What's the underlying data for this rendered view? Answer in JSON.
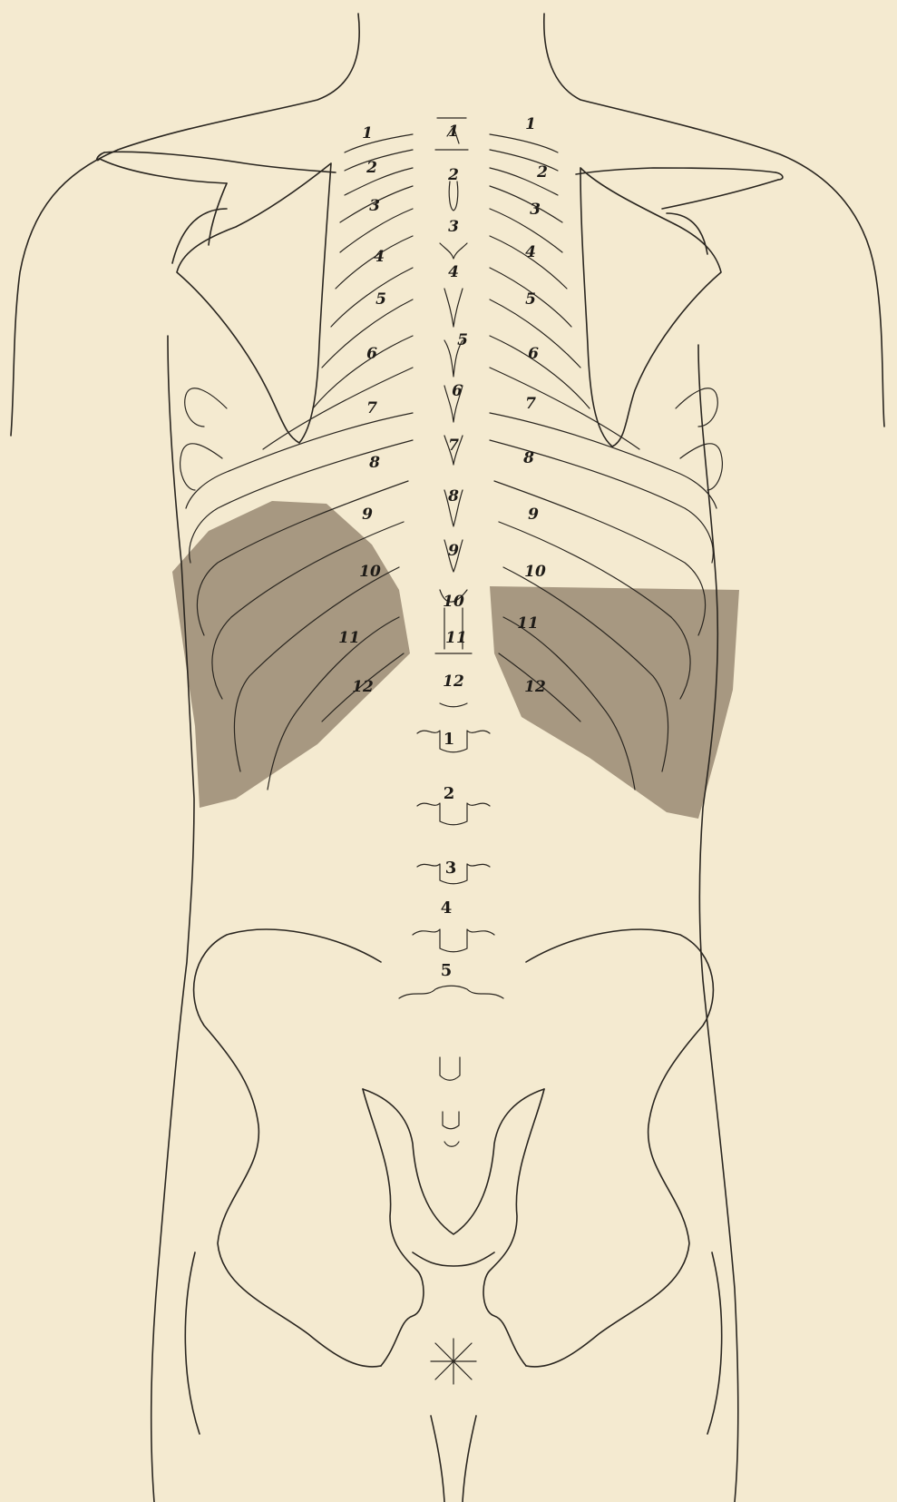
{
  "figure": {
    "colors": {
      "paper": "#f4ead0",
      "ink": "#2a2620",
      "shaded_region": "#9f9079"
    },
    "left_rib_labels": [
      "1",
      "2",
      "3",
      "4",
      "5",
      "6",
      "7",
      "8",
      "9",
      "10",
      "11",
      "12"
    ],
    "right_rib_labels": [
      "1",
      "2",
      "3",
      "4",
      "5",
      "6",
      "7",
      "8",
      "9",
      "10",
      "11",
      "12"
    ],
    "thoracic_vertebra_labels": [
      "1",
      "2",
      "3",
      "4",
      "5",
      "6",
      "7",
      "8",
      "9",
      "10",
      "11",
      "12"
    ],
    "lumbar_vertebra_labels": [
      "1",
      "2",
      "3",
      "4",
      "5"
    ]
  }
}
